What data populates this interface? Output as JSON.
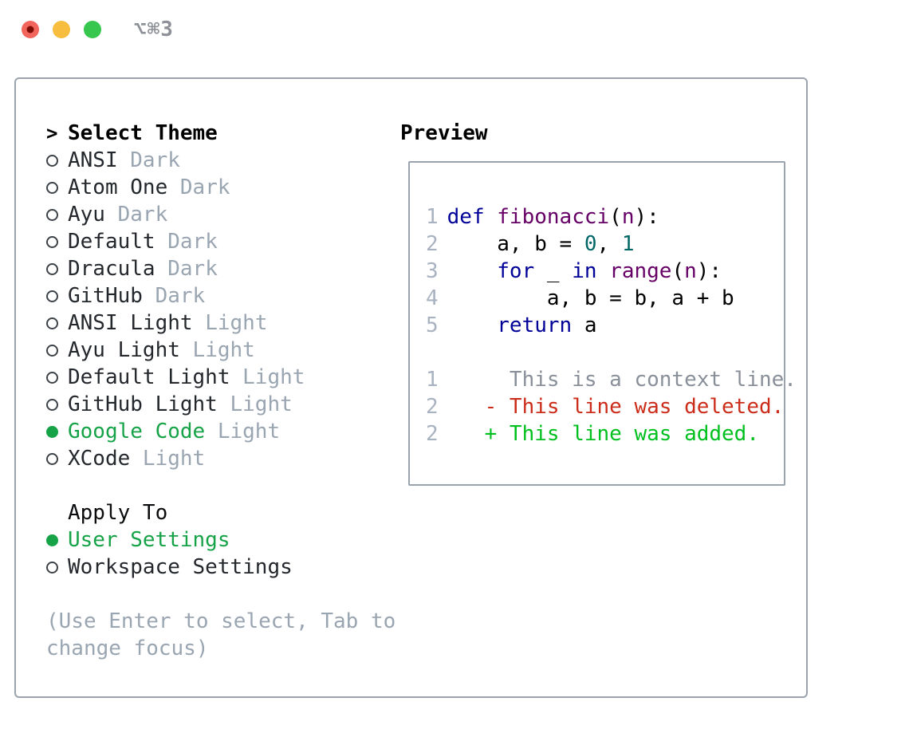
{
  "window": {
    "title": "⌥⌘3",
    "traffic_lights": [
      "close",
      "minimize",
      "zoom"
    ]
  },
  "colors": {
    "accent_green": "#16a348",
    "diff_red": "#cc2d1a",
    "diff_green": "#00c020",
    "kw": "#000099",
    "fn": "#660066",
    "lit": "#006666",
    "muted": "#9aa5b2",
    "linenum": "#a8b2c0",
    "context": "#8a9099",
    "text": "#24282d",
    "border": "#9aa3ae",
    "circle": "#3d4248",
    "title_gray": "#8e9298",
    "light_red": "#f2655c",
    "light_red_dot": "#7d0d05",
    "light_yellow": "#f6bd3f",
    "light_green": "#37c64e"
  },
  "theme_picker": {
    "header_prefix": ">",
    "header": "Select Theme",
    "items": [
      {
        "name": "ANSI",
        "variant": "Dark",
        "selected": false
      },
      {
        "name": "Atom One",
        "variant": "Dark",
        "selected": false
      },
      {
        "name": "Ayu",
        "variant": "Dark",
        "selected": false
      },
      {
        "name": "Default",
        "variant": "Dark",
        "selected": false
      },
      {
        "name": "Dracula",
        "variant": "Dark",
        "selected": false
      },
      {
        "name": "GitHub",
        "variant": "Dark",
        "selected": false
      },
      {
        "name": "ANSI Light",
        "variant": "Light",
        "selected": false
      },
      {
        "name": "Ayu Light",
        "variant": "Light",
        "selected": false
      },
      {
        "name": "Default Light",
        "variant": "Light",
        "selected": false
      },
      {
        "name": "GitHub Light",
        "variant": "Light",
        "selected": false
      },
      {
        "name": "Google Code",
        "variant": "Light",
        "selected": true
      },
      {
        "name": "XCode",
        "variant": "Light",
        "selected": false
      }
    ]
  },
  "apply_to": {
    "header": "Apply To",
    "options": [
      {
        "label": "User Settings",
        "selected": true
      },
      {
        "label": "Workspace Settings",
        "selected": false
      }
    ]
  },
  "hint": "(Use Enter to select, Tab to change focus)",
  "preview": {
    "header": "Preview",
    "code_lines": [
      {
        "number": "1",
        "tokens": [
          {
            "text": "def",
            "type": "keyword"
          },
          {
            "text": " ",
            "type": "plain"
          },
          {
            "text": "fibonacci",
            "type": "function"
          },
          {
            "text": "(",
            "type": "plain"
          },
          {
            "text": "n",
            "type": "function"
          },
          {
            "text": "):",
            "type": "plain"
          }
        ]
      },
      {
        "number": "2",
        "tokens": [
          {
            "text": "    a, b = ",
            "type": "plain"
          },
          {
            "text": "0",
            "type": "literal"
          },
          {
            "text": ", ",
            "type": "plain"
          },
          {
            "text": "1",
            "type": "literal"
          }
        ]
      },
      {
        "number": "3",
        "tokens": [
          {
            "text": "    ",
            "type": "plain"
          },
          {
            "text": "for",
            "type": "keyword"
          },
          {
            "text": " _ ",
            "type": "plain"
          },
          {
            "text": "in",
            "type": "keyword"
          },
          {
            "text": " ",
            "type": "plain"
          },
          {
            "text": "range",
            "type": "function"
          },
          {
            "text": "(",
            "type": "plain"
          },
          {
            "text": "n",
            "type": "function"
          },
          {
            "text": "):",
            "type": "plain"
          }
        ]
      },
      {
        "number": "4",
        "tokens": [
          {
            "text": "        a, b = b, a + b",
            "type": "plain"
          }
        ]
      },
      {
        "number": "5",
        "tokens": [
          {
            "text": "    ",
            "type": "plain"
          },
          {
            "text": "return",
            "type": "keyword"
          },
          {
            "text": " a",
            "type": "plain"
          }
        ]
      }
    ],
    "diff_lines": [
      {
        "number": "1",
        "text": "     This is a context line.",
        "kind": "context"
      },
      {
        "number": "2",
        "text": "   - This line was deleted.",
        "kind": "deleted"
      },
      {
        "number": "2",
        "text": "   + This line was added.",
        "kind": "added"
      }
    ]
  }
}
